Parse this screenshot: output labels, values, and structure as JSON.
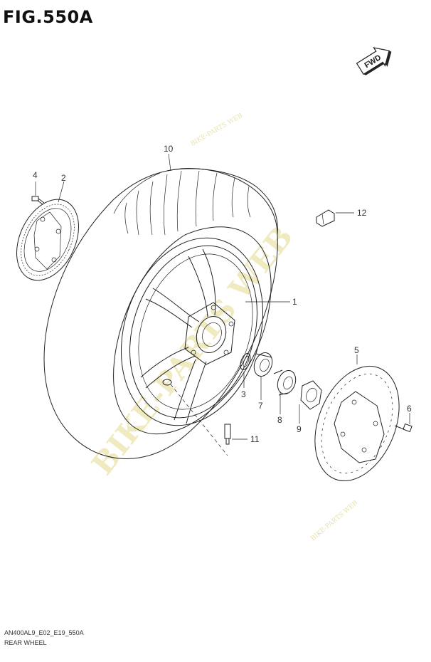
{
  "figure": {
    "title": "FIG.550A",
    "code": "AN400AL9_E02_E19_550A",
    "name": "REAR WHEEL",
    "fwd_label": "FWD"
  },
  "callouts": [
    {
      "id": "c1",
      "label": "1"
    },
    {
      "id": "c2",
      "label": "2"
    },
    {
      "id": "c3",
      "label": "3"
    },
    {
      "id": "c4",
      "label": "4"
    },
    {
      "id": "c5",
      "label": "5"
    },
    {
      "id": "c6",
      "label": "6"
    },
    {
      "id": "c7",
      "label": "7"
    },
    {
      "id": "c8",
      "label": "8"
    },
    {
      "id": "c9",
      "label": "9"
    },
    {
      "id": "c10",
      "label": "10"
    },
    {
      "id": "c11",
      "label": "11"
    },
    {
      "id": "c12",
      "label": "12"
    }
  ],
  "watermark": {
    "main": "BIKE-PARTS WEB",
    "small": "BIKE-PARTS WEB"
  },
  "colors": {
    "line": "#222222",
    "watermark": "#efeac0"
  }
}
